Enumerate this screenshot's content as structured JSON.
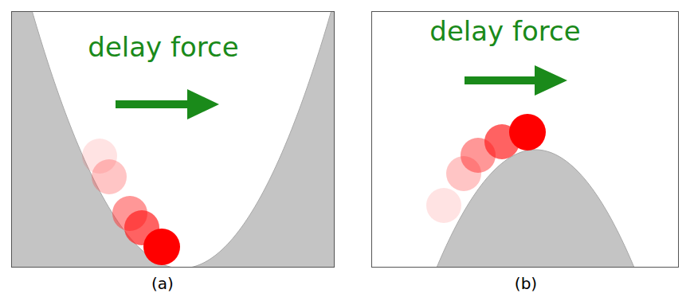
{
  "diagram": {
    "nodes": [
      {
        "text": [
          "delay force",
          "(a)"
        ]
      },
      {
        "text": [
          "delay force",
          "(b)"
        ]
      }
    ]
  }
}
